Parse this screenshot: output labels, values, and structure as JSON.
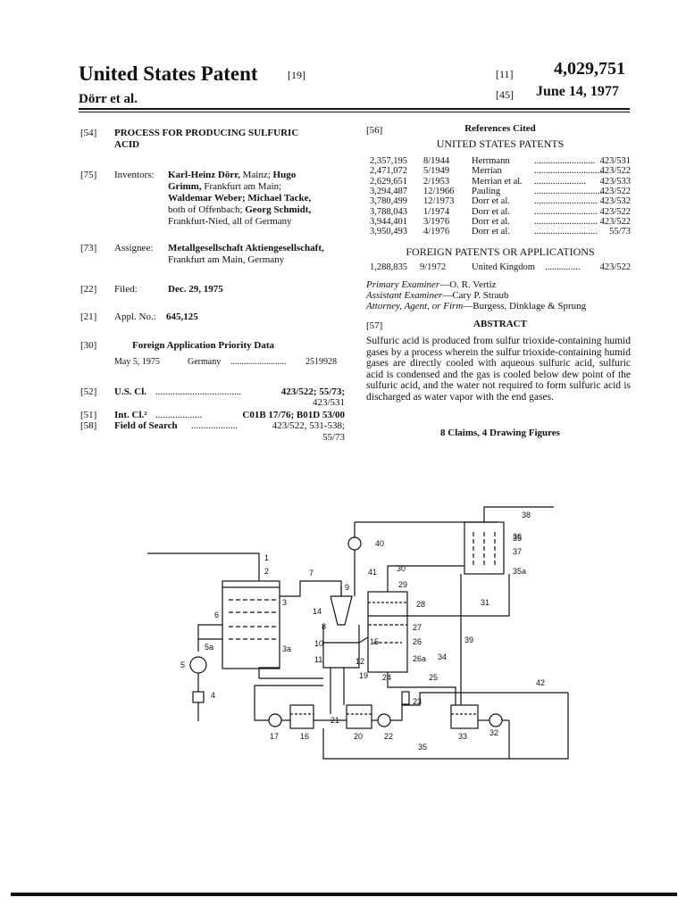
{
  "header": {
    "title": "United States Patent",
    "title_code": "[19]",
    "authors": "Dörr et al.",
    "patent_code": "[11]",
    "patent_number": "4,029,751",
    "date_code": "[45]",
    "date": "June 14, 1977"
  },
  "left": {
    "f54_code": "[54]",
    "f54_line1": "PROCESS FOR PRODUCING SULFURIC",
    "f54_line2": "ACID",
    "f75_code": "[75]",
    "f75_label": "Inventors:",
    "f75_l1a": "Karl-Heinz Dörr,",
    "f75_l1b": " Mainz; ",
    "f75_l1c": "Hugo",
    "f75_l2a": "Grimm,",
    "f75_l2b": " Frankfurt am Main;",
    "f75_l3a": "Waldemar Weber; Michael Tacke,",
    "f75_l4a": "both of Offenbach; ",
    "f75_l4b": "Georg Schmidt,",
    "f75_l5": "Frankfurt-Nied, all of Germany",
    "f73_code": "[73]",
    "f73_label": "Assignee:",
    "f73_line1": "Metallgesellschaft Aktiengesellschaft,",
    "f73_line2": "Frankfurt am Main, Germany",
    "f22_code": "[22]",
    "f22_label": "Filed:",
    "f22_value": "Dec. 29, 1975",
    "f21_code": "[21]",
    "f21_label": "Appl. No.:",
    "f21_value": "645,125",
    "f30_code": "[30]",
    "f30_title": "Foreign Application Priority Data",
    "f30_date": "May 5, 1975",
    "f30_country": "Germany",
    "f30_dots": ".........................",
    "f30_number": "2519928",
    "f52_code": "[52]",
    "f52_label": "U.S. Cl.",
    "f52_dots": "...................................",
    "f52_value1": "423/522; 55/73;",
    "f52_value2": "423/531",
    "f51_code": "[51]",
    "f51_label": "Int. Cl.²",
    "f51_dots": "...................",
    "f51_value": "C01B 17/76; B01D 53/00",
    "f58_code": "[58]",
    "f58_label": "Field of Search",
    "f58_dots": "...................",
    "f58_value1": "423/522, 531-538;",
    "f58_value2": "55/73"
  },
  "right": {
    "f56_code": "[56]",
    "refs_title": "References Cited",
    "us_patents_title": "UNITED STATES PATENTS",
    "us_refs": [
      {
        "num": "2,357,195",
        "date": "8/1944",
        "name": "Herrmann",
        "dots": "..........................",
        "cls": "423/531"
      },
      {
        "num": "2,471,072",
        "date": "5/1949",
        "name": "Merrian",
        "dots": "..............................",
        "cls": "423/522"
      },
      {
        "num": "2,629,651",
        "date": "2/1953",
        "name": "Merrian et al.",
        "dots": "......................",
        "cls": "423/533"
      },
      {
        "num": "3,294,487",
        "date": "12/1966",
        "name": "Pauling",
        "dots": "...............................",
        "cls": "423/522"
      },
      {
        "num": "3,780,499",
        "date": "12/1973",
        "name": "Dorr et al.",
        "dots": "...........................",
        "cls": "423/532"
      },
      {
        "num": "3,788,043",
        "date": "1/1974",
        "name": "Dorr et al.",
        "dots": "...........................",
        "cls": "423/522"
      },
      {
        "num": "3,944,401",
        "date": "3/1976",
        "name": "Dorr et al.",
        "dots": "...........................",
        "cls": "423/522"
      },
      {
        "num": "3,950,493",
        "date": "4/1976",
        "name": "Dorr et al.",
        "dots": "...........................",
        "cls": "55/73"
      }
    ],
    "foreign_title": "FOREIGN PATENTS OR APPLICATIONS",
    "foreign_ref": {
      "num": "1,288,835",
      "date": "9/1972",
      "name": "United Kingdom",
      "dots": "...............",
      "cls": "423/522"
    },
    "primary_label": "Primary Examiner",
    "primary_value": "—O. R. Vertiz",
    "assistant_label": "Assistant Examiner",
    "assistant_value": "—Cary P. Straub",
    "attorney_label": "Attorney, Agent, or Firm",
    "attorney_value": "—Burgess, Dinklage & Sprung",
    "f57_code": "[57]",
    "abstract_title": "ABSTRACT",
    "abstract_text": "Sulfuric acid is produced from sulfur trioxide-containing humid gases by a process wherein the sulfur trioxide-containing humid gases are directly cooled with aqueous sulfuric acid, sulfuric acid is condensed and the gas is cooled below dew point of the sulfuric acid, and the water not required to form sulfuric acid is discharged as water vapor with the end gases.",
    "claims": "8 Claims, 4 Drawing Figures"
  },
  "figure": {
    "labels": [
      "1",
      "2",
      "3",
      "3a",
      "4",
      "5",
      "5a",
      "6",
      "7",
      "8",
      "9",
      "10",
      "11",
      "12",
      "14",
      "15",
      "16",
      "17",
      "19",
      "20",
      "21",
      "22",
      "23",
      "24",
      "25",
      "26",
      "26a",
      "27",
      "28",
      "29",
      "30",
      "31",
      "32",
      "33",
      "34",
      "35",
      "35",
      "35a",
      "36",
      "37",
      "38",
      "39",
      "40",
      "41",
      "42"
    ]
  }
}
